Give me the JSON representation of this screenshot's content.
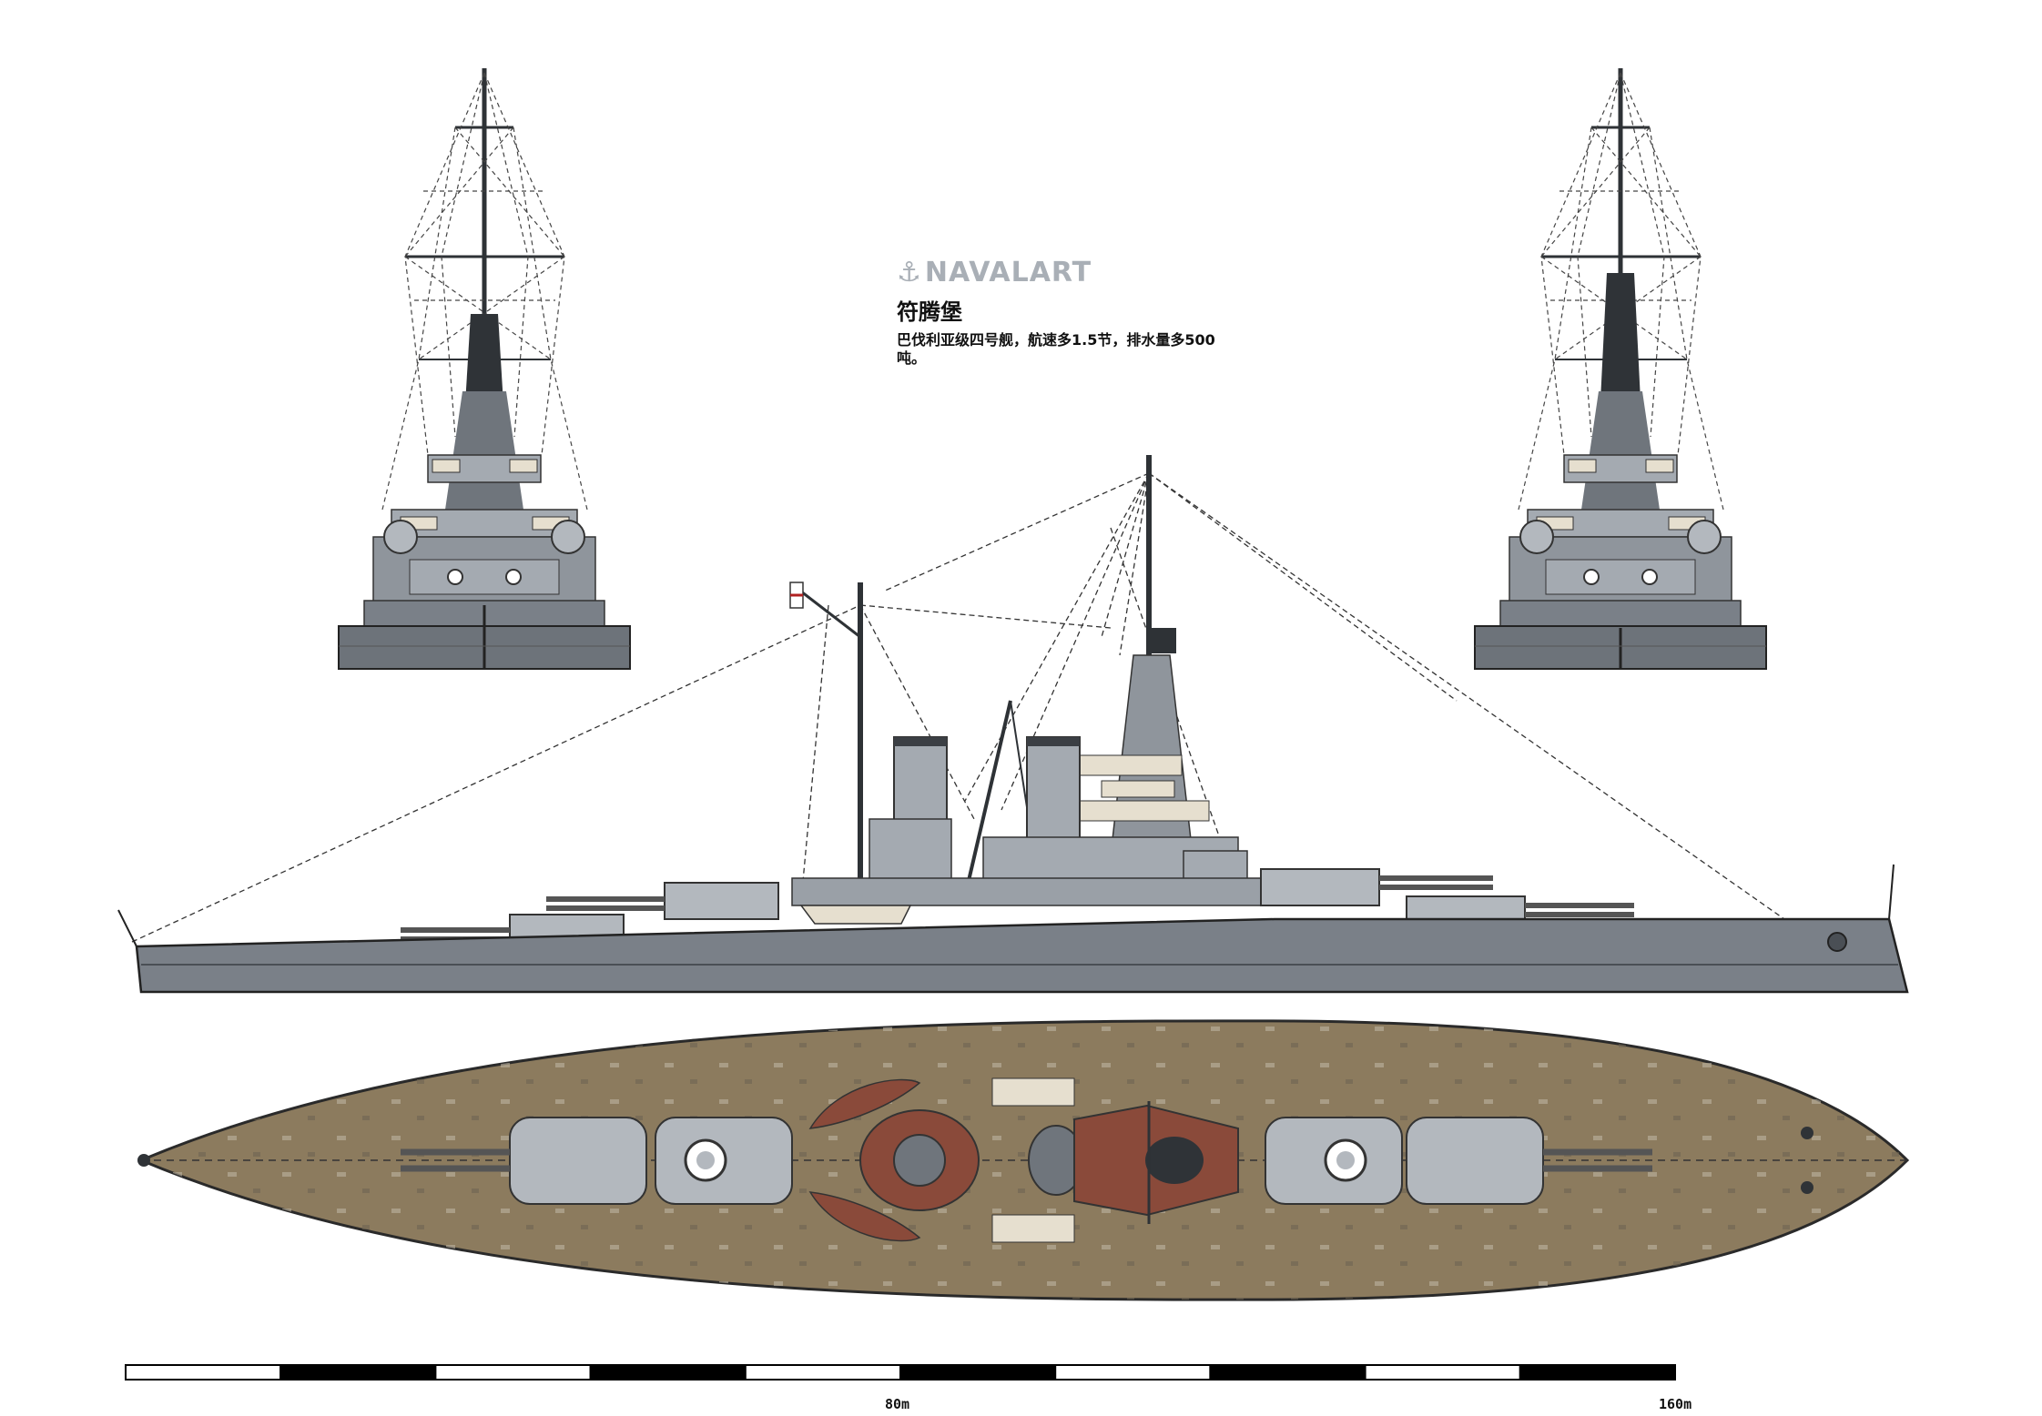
{
  "caption": {
    "brand": "NAVALART",
    "anchor_icon": "anchor-icon",
    "ship_name": "符腾堡",
    "description": "巴伐利亚级四号舰，航速多1.5节，排水量多500吨。"
  },
  "scale_bar": {
    "segments": 10,
    "labels": [
      "80m",
      "160m"
    ],
    "label_values_m": [
      80,
      160
    ]
  },
  "colors": {
    "hull": "#7a8088",
    "hull_dark": "#4a4f55",
    "superstructure": "#a4aab1",
    "turret": "#b3b8be",
    "deck": "#8c7b5e",
    "boat": "#8a4a3a",
    "canvas_light": "#e6dfcf",
    "mast": "#2e3236"
  }
}
